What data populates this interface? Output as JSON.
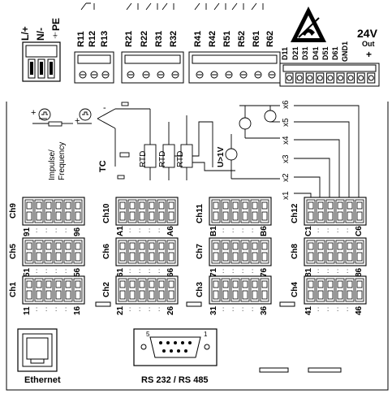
{
  "power": {
    "l": "L/+",
    "n": "N/-",
    "pe": "PE"
  },
  "relays_a": [
    "R11",
    "R12",
    "R13"
  ],
  "relays_b": [
    "R21",
    "R22",
    "R31",
    "R32"
  ],
  "relays_c": [
    "R41",
    "R42",
    "R51",
    "R52",
    "R61",
    "R62"
  ],
  "digital": [
    "D11",
    "D21",
    "D31",
    "D41",
    "D51",
    "D61",
    "GND1"
  ],
  "supply": {
    "voltage": "24V",
    "out": "Out",
    "plus": "+"
  },
  "sensors": {
    "minus": "-",
    "impulse": "Impulse/",
    "frequency": "Frequency",
    "tc": "TC",
    "rtd": [
      "RTD",
      "RTD",
      "RTD"
    ],
    "voltage": "U>1V"
  },
  "x_terminals": [
    "x6",
    "x5",
    "x4",
    "x3",
    "x2",
    "x1"
  ],
  "channels": [
    {
      "name": "Ch9",
      "start": "91",
      "end": "96"
    },
    {
      "name": "Ch10",
      "start": "A1",
      "end": "A6"
    },
    {
      "name": "Ch11",
      "start": "B1",
      "end": "B6"
    },
    {
      "name": "Ch12",
      "start": "C1",
      "end": "C6"
    },
    {
      "name": "Ch5",
      "start": "51",
      "end": "56"
    },
    {
      "name": "Ch6",
      "start": "61",
      "end": "66"
    },
    {
      "name": "Ch7",
      "start": "71",
      "end": "76"
    },
    {
      "name": "Ch8",
      "start": "81",
      "end": "86"
    },
    {
      "name": "Ch1",
      "start": "11",
      "end": "16"
    },
    {
      "name": "Ch2",
      "start": "21",
      "end": "26"
    },
    {
      "name": "Ch3",
      "start": "31",
      "end": "36"
    },
    {
      "name": "Ch4",
      "start": "41",
      "end": "46"
    }
  ],
  "ports": {
    "ethernet": "Ethernet",
    "serial": "RS 232 / RS 485",
    "pin_1": "1",
    "pin_5": "5"
  }
}
